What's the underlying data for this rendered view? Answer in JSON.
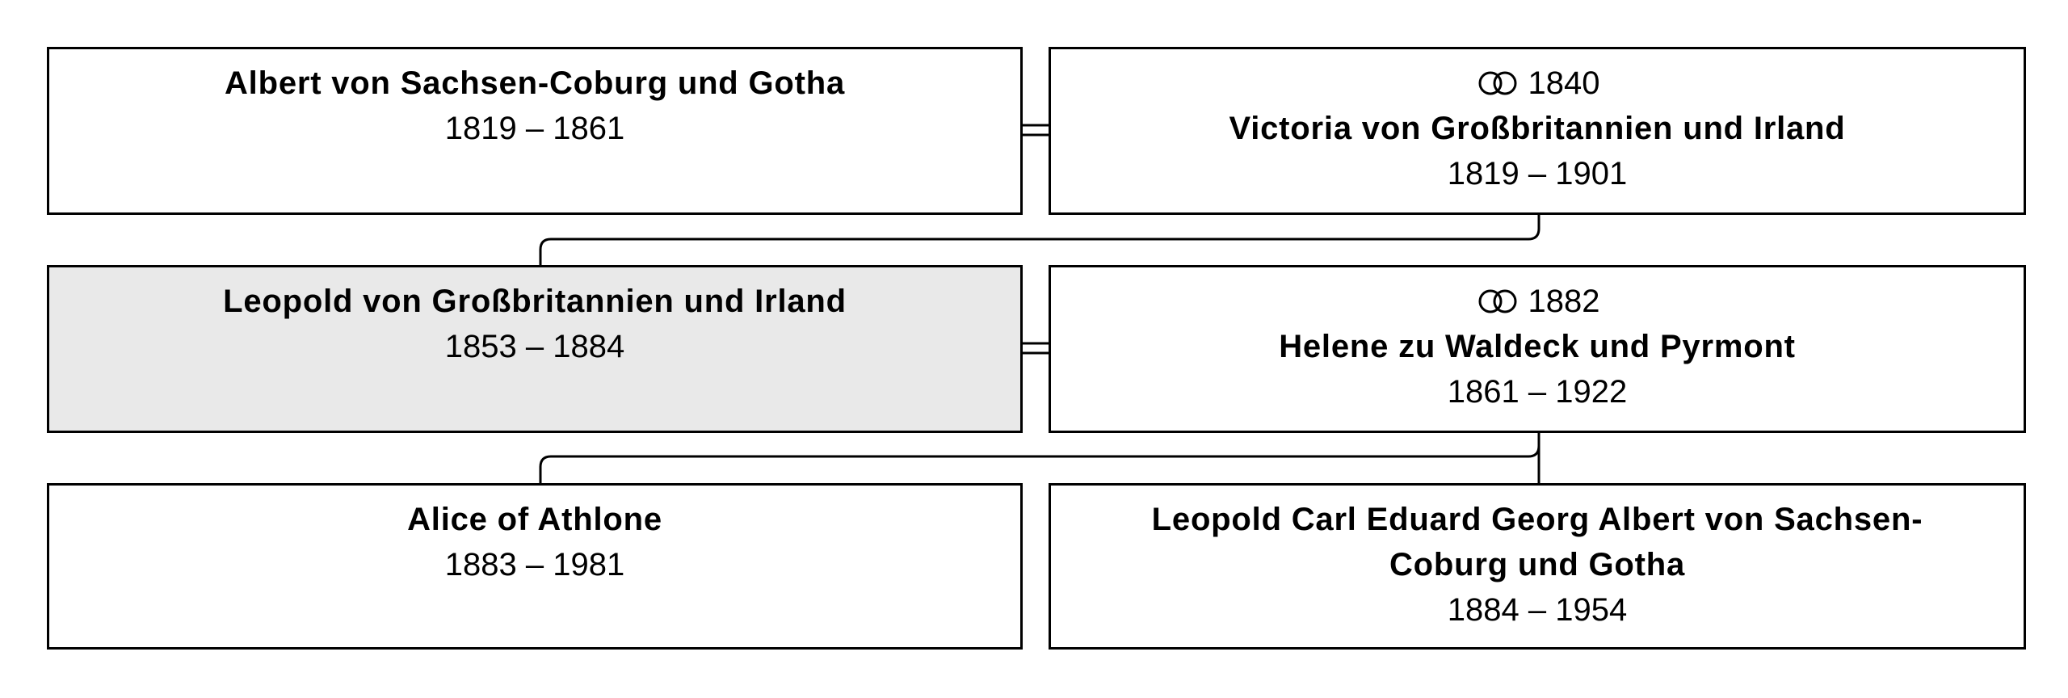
{
  "tree": {
    "row1": {
      "left": {
        "name": "Albert von Sachsen-Coburg und Gotha",
        "dates": "1819 – 1861"
      },
      "right": {
        "marriage_year": "1840",
        "name": "Victoria von Großbritannien und Irland",
        "dates": "1819 – 1901"
      }
    },
    "row2": {
      "left": {
        "name": "Leopold von Großbritannien und Irland",
        "dates": "1853 – 1884",
        "highlighted": true
      },
      "right": {
        "marriage_year": "1882",
        "name": "Helene zu Waldeck und Pyrmont",
        "dates": "1861 – 1922"
      }
    },
    "row3": {
      "left": {
        "name": "Alice of Athlone",
        "dates": "1883 – 1981"
      },
      "right": {
        "name": "Leopold Carl Eduard Georg Albert von Sachsen-Coburg und Gotha",
        "dates": "1884 – 1954"
      }
    }
  },
  "colors": {
    "border": "#000000",
    "highlight_fill": "#e9e9e9",
    "box_fill": "#ffffff"
  },
  "icons": {
    "marriage": "interlocked-rings-icon"
  }
}
